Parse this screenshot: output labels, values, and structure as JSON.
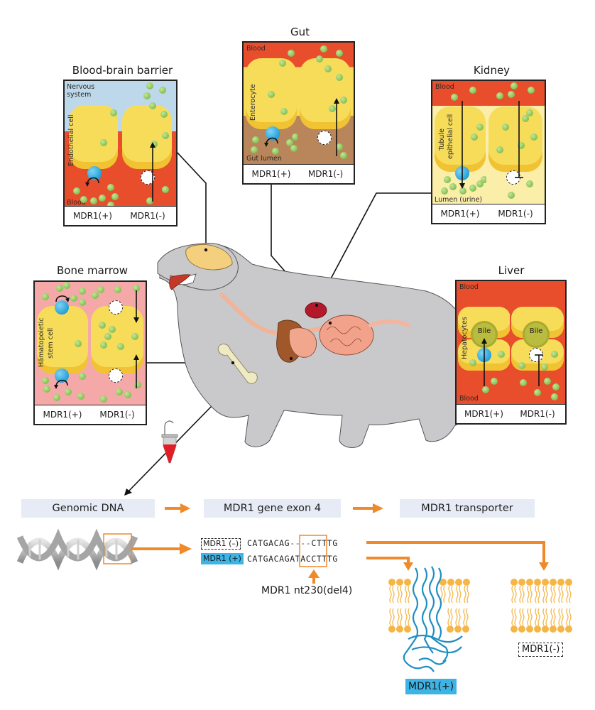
{
  "colors": {
    "blood": "#e84d2c",
    "nervous_system": "#bcd8ea",
    "gut_lumen": "#b9855a",
    "bone_marrow": "#f4a9a8",
    "urine_lumen": "#fbeea8",
    "cell": "#f7dc5a",
    "substrate": "#8cc65a",
    "pump": "#2ba4dc",
    "arrow_accent": "#f0892a",
    "flow_box": "#e6ebf5"
  },
  "panels": {
    "bbb": {
      "title": "Blood-brain barrier",
      "top_label": "Nervous system",
      "cell_label": "Endothelial cell",
      "bottom_label": "Blood",
      "left_foot": "MDR1(+)",
      "right_foot": "MDR1(-)"
    },
    "gut": {
      "title": "Gut",
      "top_label": "Blood",
      "cell_label": "Enterocyte",
      "bottom_label": "Gut lumen",
      "left_foot": "MDR1(+)",
      "right_foot": "MDR1(-)"
    },
    "kidney": {
      "title": "Kidney",
      "top_label": "Blood",
      "cell_label_1": "Tubule",
      "cell_label_2": "epithelial cell",
      "bottom_label": "Lumen (urine)",
      "left_foot": "MDR1(+)",
      "right_foot": "MDR1(-)"
    },
    "bone_marrow": {
      "title": "Bone marrow",
      "cell_label_1": "Hämatopoietic",
      "cell_label_2": "stem cell",
      "left_foot": "MDR1(+)",
      "right_foot": "MDR1(-)"
    },
    "liver": {
      "title": "Liver",
      "top_label": "Blood",
      "cell_label": "Hepatocytes",
      "bile_label": "Bile",
      "bottom_label": "Blood",
      "left_foot": "MDR1(+)",
      "right_foot": "MDR1(-)"
    }
  },
  "flow": {
    "step1": "Genomic DNA",
    "step2": "MDR1 gene exon 4",
    "step3": "MDR1 transporter"
  },
  "sequences": {
    "minus_tag": "MDR1 (–)",
    "minus_seq_prefix": "CATGACAG",
    "minus_seq_gap": "----",
    "minus_seq_suffix": "CTTTG",
    "plus_tag": "MDR1 (+)",
    "plus_seq_prefix": "CATGACAG",
    "plus_seq_insert": "ATAC",
    "plus_seq_suffix": "CTTTG",
    "mutation_label": "MDR1 nt230(del4)"
  },
  "transporter": {
    "plus_label": "MDR1(+)",
    "minus_label": "MDR1(-)"
  }
}
